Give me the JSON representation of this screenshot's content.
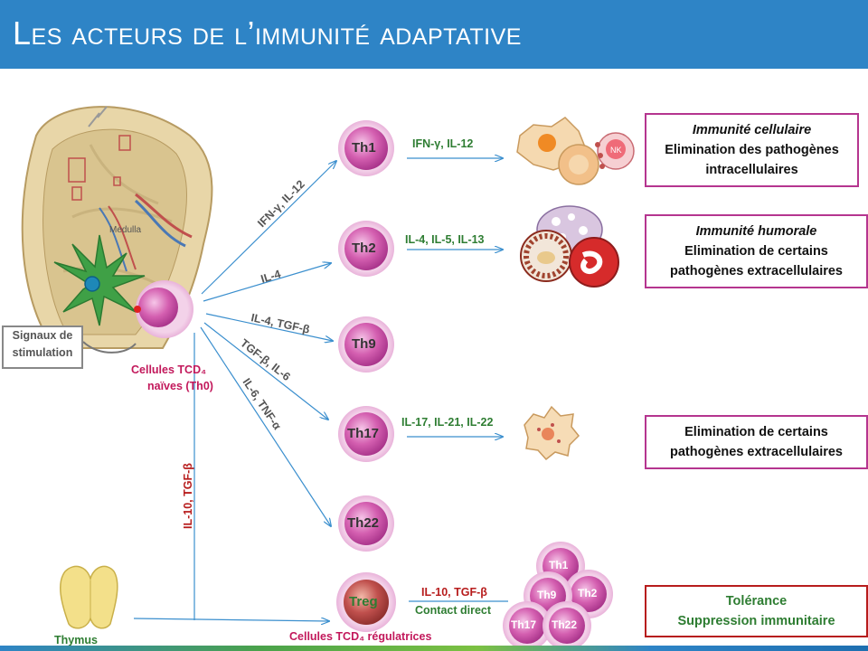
{
  "title": "Les acteurs de l’immunité adaptative",
  "cells": {
    "th1": "Th1",
    "th2": "Th2",
    "th9": "Th9",
    "th17": "Th17",
    "th22": "Th22",
    "treg": "Treg"
  },
  "arrow_labels": {
    "to_th1": "IFN-γ, IL-12",
    "to_th2": "IL-4",
    "to_th9": "IL-4, TGF-β",
    "to_th17": "TGF-β, IL-6",
    "to_th22": "IL-6, TNF-α",
    "to_treg": "IL-10, TGF-β"
  },
  "effector_labels": {
    "th1": "IFN-γ, IL-12",
    "th2": "IL-4, IL-5, IL-13",
    "th17": "IL-17, IL-21, IL-22",
    "treg_line1": "IL-10, TGF-β",
    "treg_line2": "Contact direct"
  },
  "organ_labels": {
    "medulla": "Medulla",
    "thymus": "Thymus",
    "nk": "NK"
  },
  "naive_label": {
    "line1": "Cellules TCD₄",
    "line2": "naïves (Th0)"
  },
  "treg_caption": "Cellules TCD₄ régulatrices",
  "stimulation": {
    "line1": "Signaux de",
    "line2": "stimulation"
  },
  "cluster": [
    "Th1",
    "Th9",
    "Th2",
    "Th17",
    "Th22"
  ],
  "boxes": {
    "cellular": {
      "title": "Immunité cellulaire",
      "line1": "Elimination des pathogènes",
      "line2": "intracellulaires"
    },
    "humoral": {
      "title": "Immunité humorale",
      "line1": "Elimination de certains",
      "line2": "pathogènes extracellulaires"
    },
    "th17": {
      "line1": "Elimination de certains",
      "line2": "pathogènes extracellulaires"
    },
    "tolerance": {
      "line1": "Tolérance",
      "line2": "Suppression immunitaire"
    }
  },
  "colors": {
    "title_bar": "#2e84c6",
    "cell_pink": "#d45fb0",
    "arrow": "#3b8fce",
    "treg": "#c0504d",
    "box_border": "#b5358f",
    "tolerance_border": "#b71c1c"
  }
}
